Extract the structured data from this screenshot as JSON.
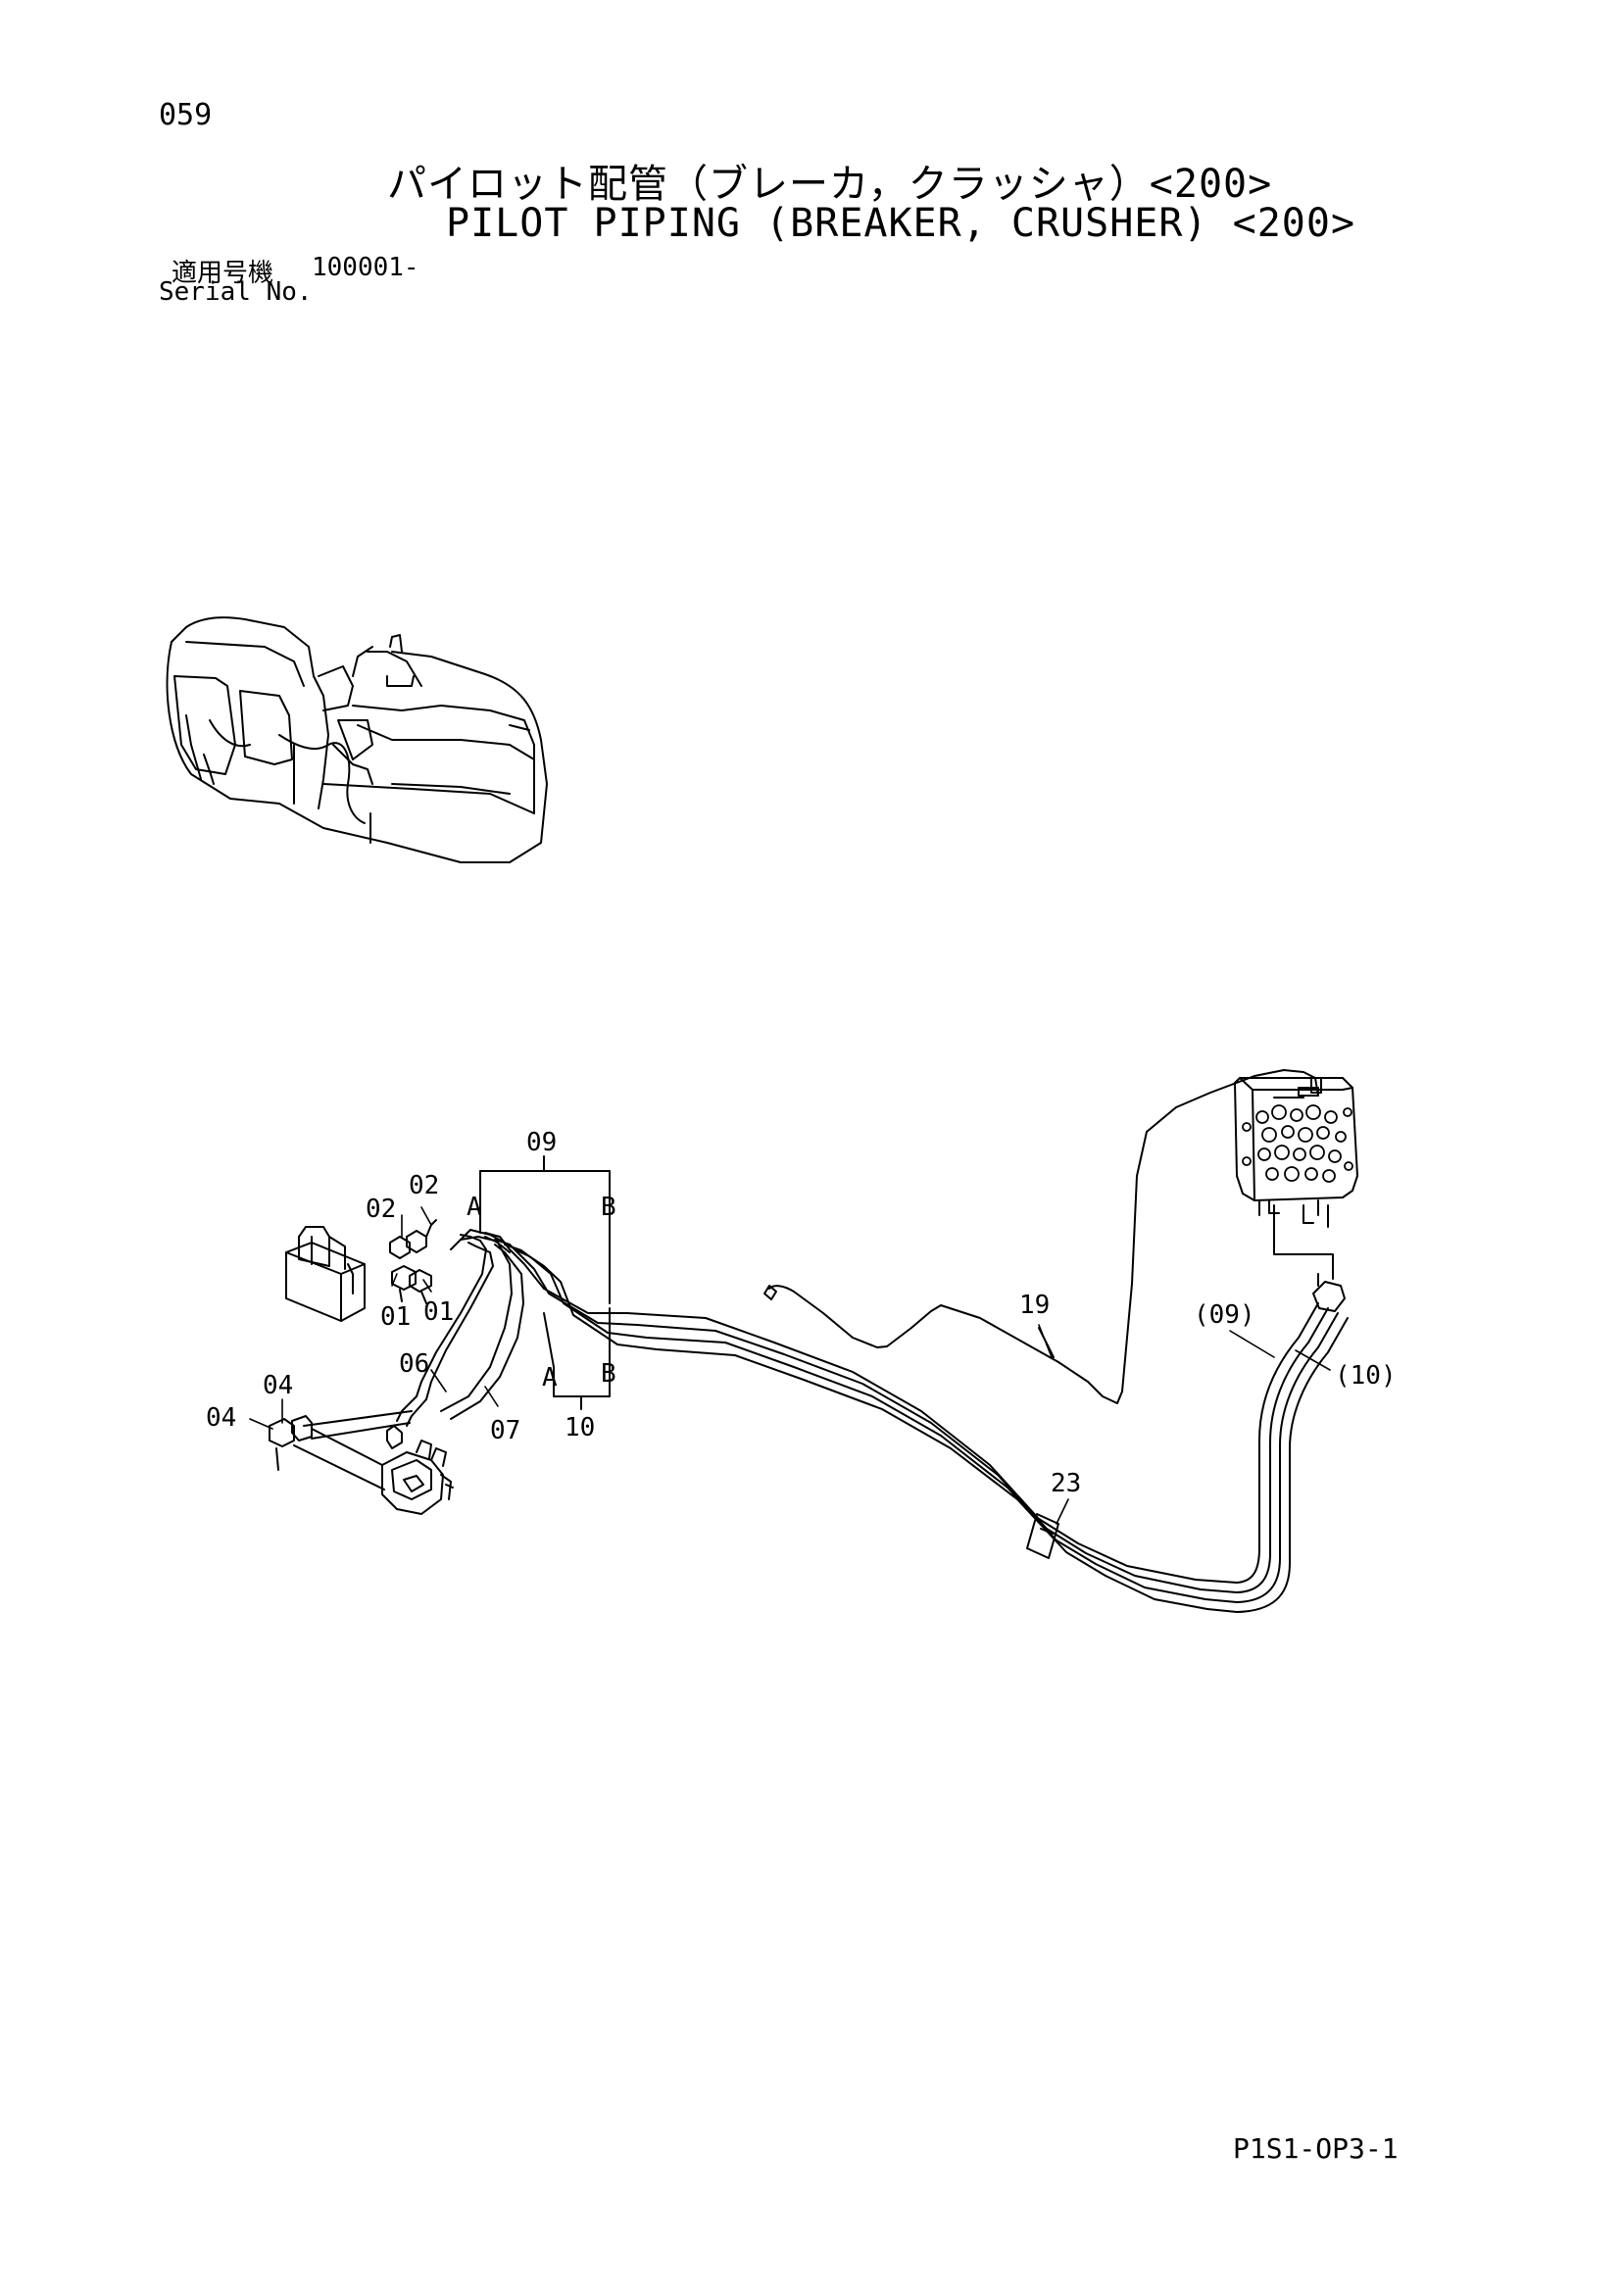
{
  "header": {
    "page_number": "059",
    "title_jp": "パイロット配管（ブレーカ，クラッシャ）<200>",
    "title_en": "PILOT PIPING (BREAKER, CRUSHER) <200>",
    "serial_label_jp": "適用号機",
    "serial_value": "100001-",
    "serial_label_en": "Serial No."
  },
  "callouts": {
    "c01a": "01",
    "c01b": "01",
    "c02a": "02",
    "c02b": "02",
    "c04a": "04",
    "c04b": "04",
    "c06": "06",
    "c07": "07",
    "c09": "09",
    "c10": "10",
    "c19": "19",
    "c23": "23",
    "c09p": "(09)",
    "c10p": "(10)",
    "port_a_top": "A",
    "port_b_top": "B",
    "port_a_bottom": "A",
    "port_b_bottom": "B"
  },
  "footer": {
    "code": "P1S1-OP3-1"
  }
}
